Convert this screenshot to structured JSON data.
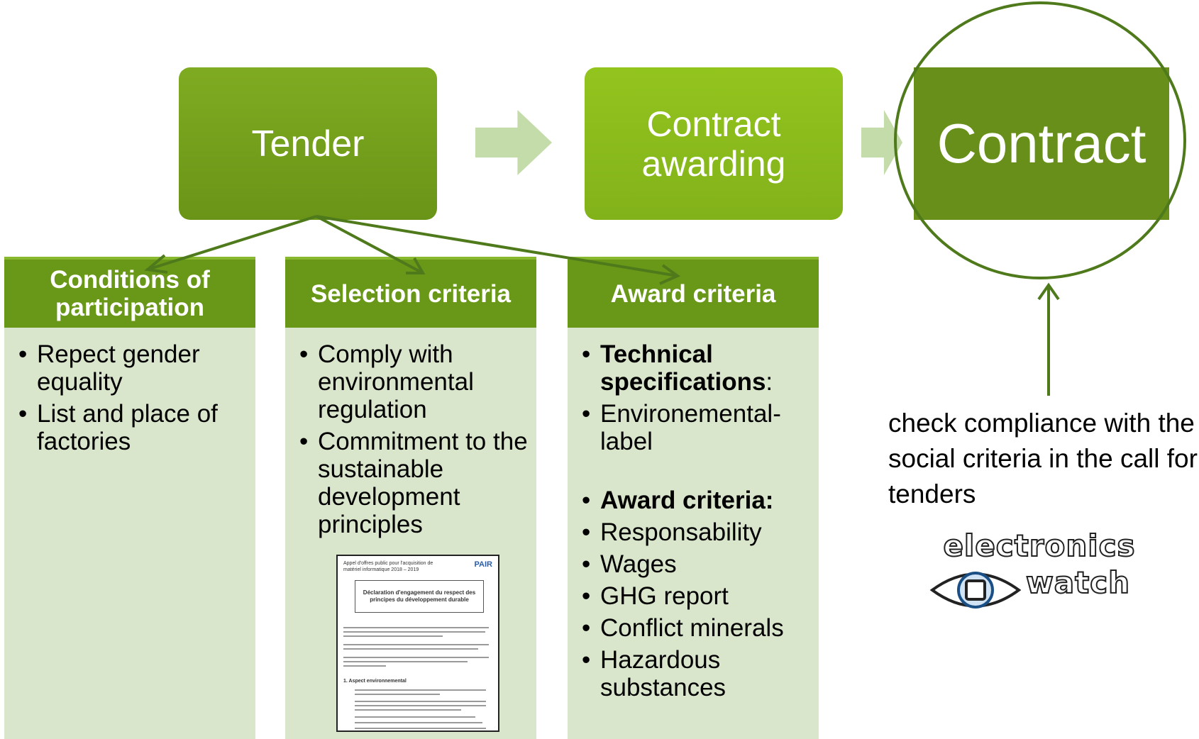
{
  "stages": {
    "tender": "Tender",
    "contract_awarding": "Contract awarding",
    "contract": "Contract"
  },
  "columns": [
    {
      "header": "Conditions of participation",
      "items": [
        "Repect gender equality",
        "List and place of factories"
      ]
    },
    {
      "header": "Selection criteria",
      "items": [
        "Comply with environmental regulation",
        "Commitment to the sustainable development principles"
      ]
    },
    {
      "header": "Award criteria",
      "tech_label": "Technical specifications",
      "tech_suffix": ":",
      "tech_item": "Environemental-label",
      "award_label": "Award criteria:",
      "award_items": [
        "Responsability",
        "Wages",
        "GHG report",
        "Conflict minerals",
        "Hazardous substances"
      ]
    }
  ],
  "document": {
    "header": "Appel d'offres public pour l'acquisition de matériel informatique 2018 – 2019",
    "logo": "PAIR",
    "title": "Déclaration d'engagement du respect des principes du développement durable",
    "section": "1.    Aspect environnemental"
  },
  "note": "check compliance with the social criteria in the call for tenders",
  "logo": {
    "line1": "electronics",
    "line2": "watch"
  },
  "colors": {
    "dark_green": "#678f19",
    "mid_green": "#7fab22",
    "light_green": "#93c41e",
    "pale_green": "#d9e6cb",
    "arrow_green": "#c4dbaa",
    "line_green": "#4f7a1c"
  }
}
